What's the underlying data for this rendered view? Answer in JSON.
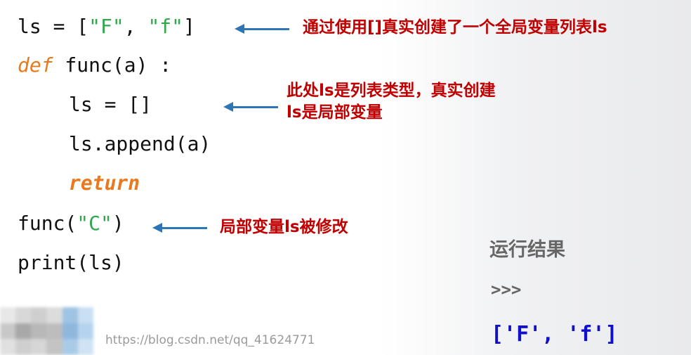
{
  "code": {
    "line1": {
      "var": "ls = [",
      "s1": "\"F\"",
      "sep": ", ",
      "s2": "\"f\"",
      "end": "]"
    },
    "line2": {
      "kw": "def",
      "rest": " func(a) :"
    },
    "line3": "ls = []",
    "line4": "ls.append(a)",
    "line5": {
      "kw": "return"
    },
    "line6": {
      "pre": "func(",
      "str": "\"C\"",
      "post": ")"
    },
    "line7": "print(ls)"
  },
  "annotations": {
    "note1": "通过使用[]真实创建了一个全局变量列表ls",
    "note2_line1": "此处ls是列表类型，真实创建",
    "note2_line2": "ls是局部变量",
    "note3": "局部变量ls被修改"
  },
  "result": {
    "label": "运行结果",
    "prompt": ">>>",
    "output": "['F', 'f']"
  },
  "watermark": "https://blog.csdn.net/qq_41624771",
  "colors": {
    "annotation": "#c00000",
    "arrow": "#2e75b6",
    "keyword": "#e8791e",
    "string": "#2ea84a",
    "output": "#1010c8"
  }
}
